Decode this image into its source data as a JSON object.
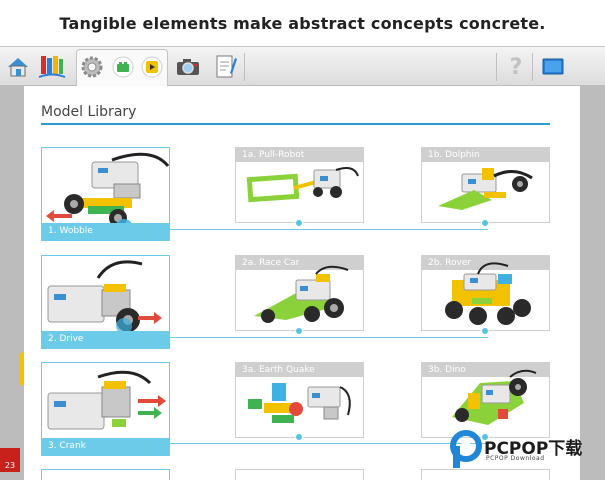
{
  "headline": "Tangible elements make abstract concepts concrete.",
  "toolbar": {
    "items": [
      "home-icon",
      "projects-icon",
      "gear-icon",
      "lego-brick-icon",
      "play-icon",
      "camera-icon",
      "notebook-icon",
      "help-icon",
      "display-icon"
    ],
    "help_label": "?"
  },
  "library": {
    "title": "Model Library",
    "rows": [
      {
        "main": "1. Wobble",
        "a": "1a. Pull-Robot",
        "b": "1b. Dolphin"
      },
      {
        "main": "2. Drive",
        "a": "2a. Race Car",
        "b": "2b. Rover"
      },
      {
        "main": "3. Crank",
        "a": "3a. Earth Quake",
        "b": "3b. Dino"
      }
    ]
  },
  "left_brick": "23",
  "colors": {
    "accent": "#2c9ec9",
    "card_blue": "#6ccbe8",
    "lego_red": "#c8201b",
    "lego_green": "#3fb34f",
    "lego_yellow": "#f2c200"
  },
  "watermark": {
    "brand": "PCPOP下载",
    "sub": "PCPOP Download"
  }
}
